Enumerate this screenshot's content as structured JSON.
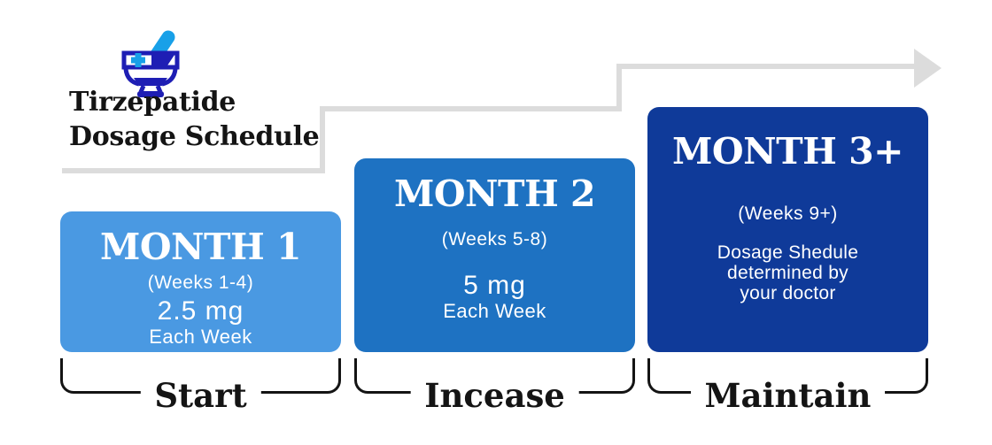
{
  "title": {
    "line1": "Tirzepatide",
    "line2": "Dosage Schedule"
  },
  "icon": {
    "name": "mortar-and-pestle",
    "bowl_color": "#1e1eb4",
    "accent_color": "#18a0e8"
  },
  "arrow": {
    "color": "#dcdcdc"
  },
  "cards": [
    {
      "month": "MONTH 1",
      "weeks": "(Weeks 1-4)",
      "dose": "2.5 mg",
      "frequency": "Each Week",
      "color": "#4a99e2",
      "stage_label": "Start"
    },
    {
      "month": "MONTH 2",
      "weeks": "(Weeks 5-8)",
      "dose": "5 mg",
      "frequency": "Each Week",
      "color": "#1e72c2",
      "stage_label": "Incease"
    },
    {
      "month": "MONTH 3+",
      "weeks": "(Weeks 9+)",
      "note_lines": [
        "Dosage Shedule",
        "determined by",
        "your doctor"
      ],
      "color": "#0f3a99",
      "stage_label": "Maintain"
    }
  ],
  "text_color": "#141414"
}
